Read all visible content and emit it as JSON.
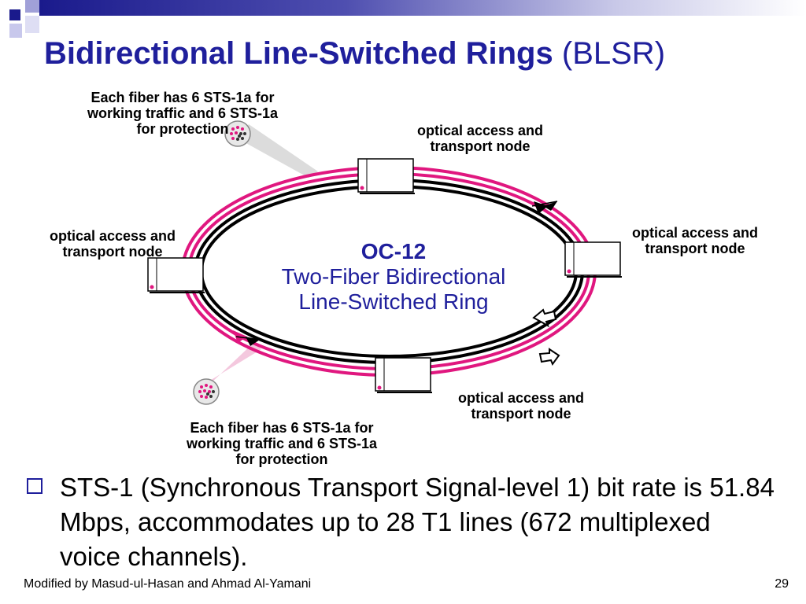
{
  "slide": {
    "title": "Bidirectional Line-Switched Rings",
    "title_suffix": "(BLSR)",
    "ring_label": {
      "oc": "OC-12",
      "line1": "Two-Fiber Bidirectional",
      "line2": "Line-Switched Ring"
    },
    "fiber_note_top": {
      "line1": "Each fiber has 6  STS-1a for",
      "line2": "working traffic and 6 STS-1a",
      "line3": "for protection"
    },
    "fiber_note_bottom": {
      "line1": "Each fiber has 6  STS-1a for",
      "line2": "working traffic and 6 STS-1a",
      "line3": "for protection"
    },
    "nodes": {
      "top": {
        "line1": "optical access and",
        "line2": "transport node"
      },
      "right": {
        "line1": "optical access and",
        "line2": "transport node"
      },
      "left": {
        "line1": "optical access and",
        "line2": "transport node"
      },
      "bottom": {
        "line1": "optical access and",
        "line2": "transport node"
      }
    },
    "bullet": "STS-1 (Synchronous Transport Signal-level 1) bit rate is 51.84 Mbps, accommodates up to 28 T1 lines (672 multiplexed voice channels).",
    "footer_left": "Modified by Masud-ul-Hasan and Ahmad Al-Yamani",
    "page_number": "29"
  },
  "colors": {
    "title": "#1f1f9c",
    "ring_outer": "#e0177f",
    "ring_inner": "#000000",
    "node_indicator": "#e0177f"
  }
}
